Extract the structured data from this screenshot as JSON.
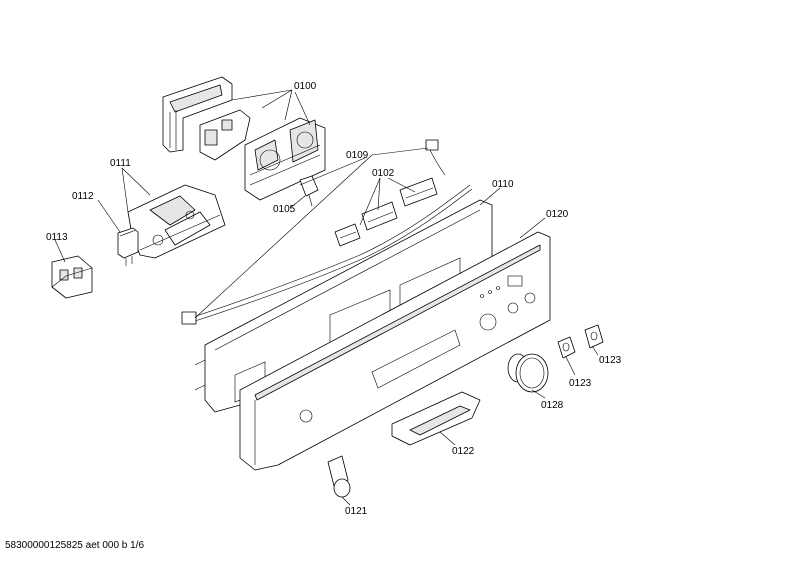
{
  "labels": {
    "p0100": "0100",
    "p0109": "0109",
    "p0111": "0111",
    "p0102": "0102",
    "p0110": "0110",
    "p0112": "0112",
    "p0120": "0120",
    "p0105": "0105",
    "p0113": "0113",
    "p0123a": "0123",
    "p0123b": "0123",
    "p0128": "0128",
    "p0122": "0122",
    "p0121": "0121"
  },
  "footer": "58300000125825 aet 000 b 1/6"
}
